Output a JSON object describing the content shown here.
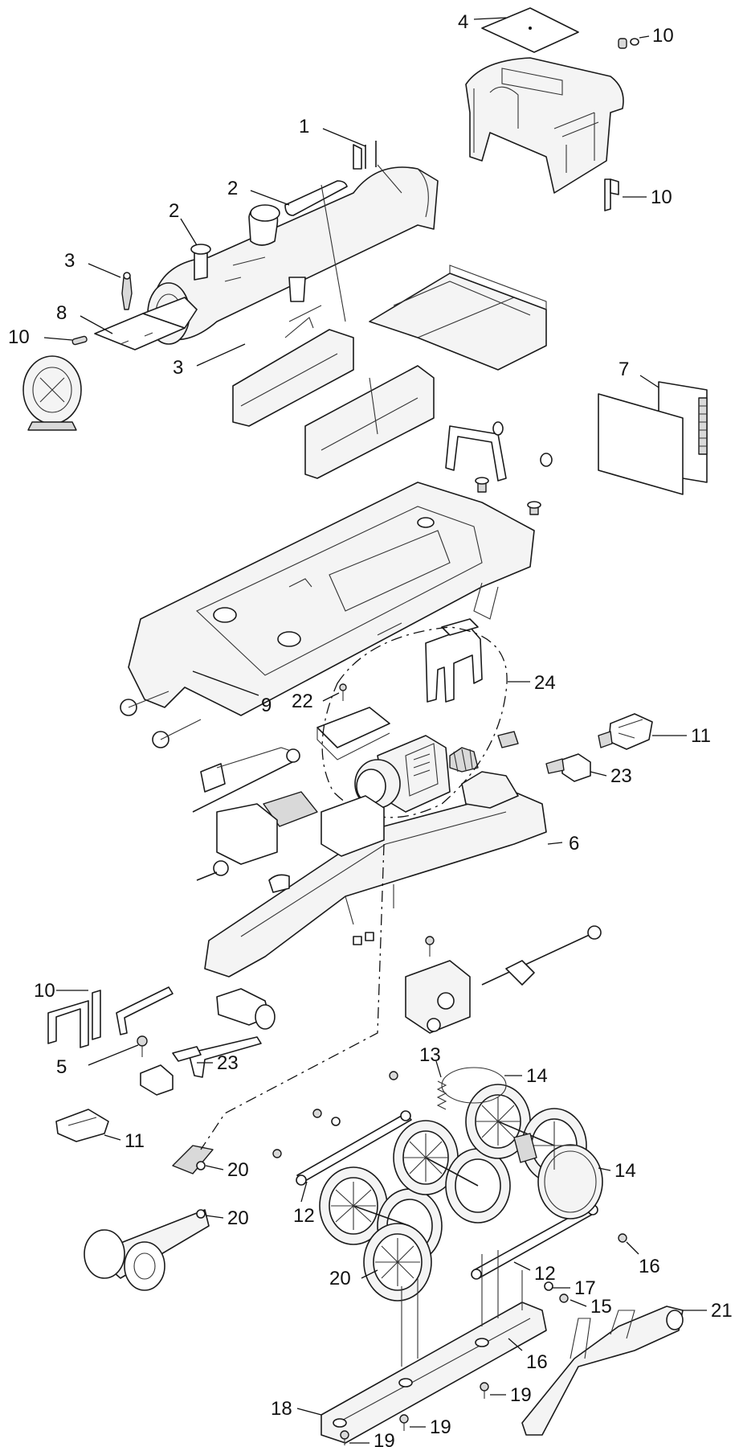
{
  "callouts": [
    {
      "id": "c1",
      "text": "1"
    },
    {
      "id": "c2a",
      "text": "2"
    },
    {
      "id": "c2b",
      "text": "2"
    },
    {
      "id": "c3a",
      "text": "3"
    },
    {
      "id": "c3b",
      "text": "3"
    },
    {
      "id": "c4",
      "text": "4"
    },
    {
      "id": "c5",
      "text": "5"
    },
    {
      "id": "c6",
      "text": "6"
    },
    {
      "id": "c7",
      "text": "7"
    },
    {
      "id": "c8",
      "text": "8"
    },
    {
      "id": "c9",
      "text": "9"
    },
    {
      "id": "c10a",
      "text": "10"
    },
    {
      "id": "c10b",
      "text": "10"
    },
    {
      "id": "c10c",
      "text": "10"
    },
    {
      "id": "c10d",
      "text": "10"
    },
    {
      "id": "c11a",
      "text": "11"
    },
    {
      "id": "c11b",
      "text": "11"
    },
    {
      "id": "c12a",
      "text": "12"
    },
    {
      "id": "c12b",
      "text": "12"
    },
    {
      "id": "c13",
      "text": "13"
    },
    {
      "id": "c14a",
      "text": "14"
    },
    {
      "id": "c14b",
      "text": "14"
    },
    {
      "id": "c15",
      "text": "15"
    },
    {
      "id": "c16a",
      "text": "16"
    },
    {
      "id": "c16b",
      "text": "16"
    },
    {
      "id": "c17",
      "text": "17"
    },
    {
      "id": "c18",
      "text": "18"
    },
    {
      "id": "c19a",
      "text": "19"
    },
    {
      "id": "c19b",
      "text": "19"
    },
    {
      "id": "c19c",
      "text": "19"
    },
    {
      "id": "c20a",
      "text": "20"
    },
    {
      "id": "c20b",
      "text": "20"
    },
    {
      "id": "c20c",
      "text": "20"
    },
    {
      "id": "c21",
      "text": "21"
    },
    {
      "id": "c22",
      "text": "22"
    },
    {
      "id": "c23a",
      "text": "23"
    },
    {
      "id": "c23b",
      "text": "23"
    },
    {
      "id": "c24",
      "text": "24"
    }
  ]
}
